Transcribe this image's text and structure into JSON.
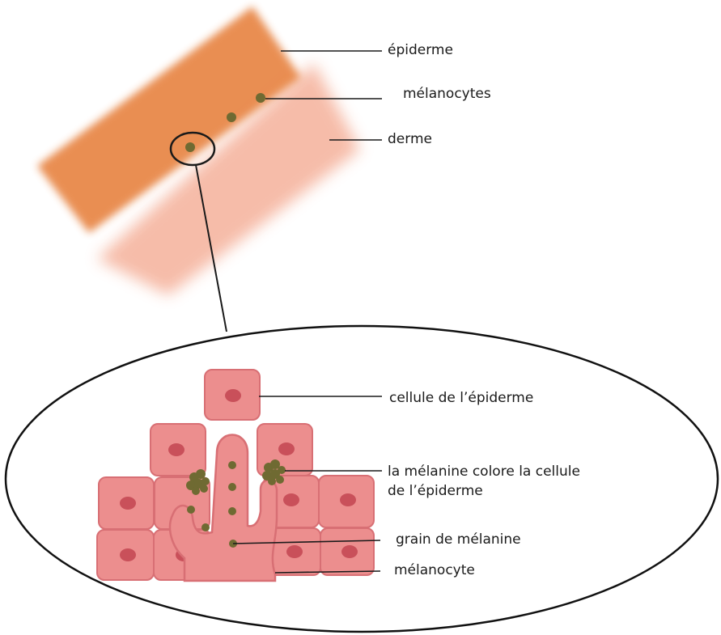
{
  "labels": {
    "epiderme": "épiderme",
    "melanocytes": "mélanocytes",
    "derme": "derme",
    "cellule_epiderme": "cellule de l’épiderme",
    "melanine_colore_line1": "la mélanine colore la cellule",
    "melanine_colore_line2": "de l’épiderme",
    "grain_melanine": "grain de mélanine",
    "melanocyte": "mélanocyte"
  },
  "colors": {
    "epidermis": "#e8884a",
    "dermis": "#f6b9a5",
    "cell_fill": "#ec8e8e",
    "cell_stroke": "#d86f74",
    "nucleus": "#c9505a",
    "melanin": "#6f6a32",
    "leader_line": "#1a1a1a"
  }
}
